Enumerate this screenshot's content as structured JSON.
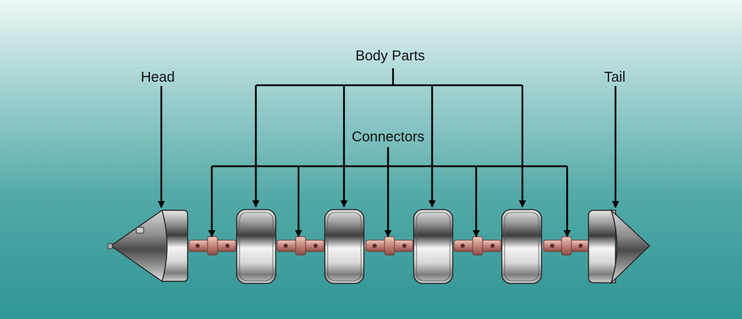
{
  "labels": {
    "head": "Head",
    "body_parts": "Body Parts",
    "connectors": "Connectors",
    "tail": "Tail"
  },
  "colors": {
    "background_top": "#eef7f7",
    "background_bottom": "#2f9695",
    "metal": "#b5b5b5",
    "connector": "#c98b80",
    "arrow": "#000000"
  },
  "components": {
    "body_part_count": 4,
    "connector_count": 5
  }
}
